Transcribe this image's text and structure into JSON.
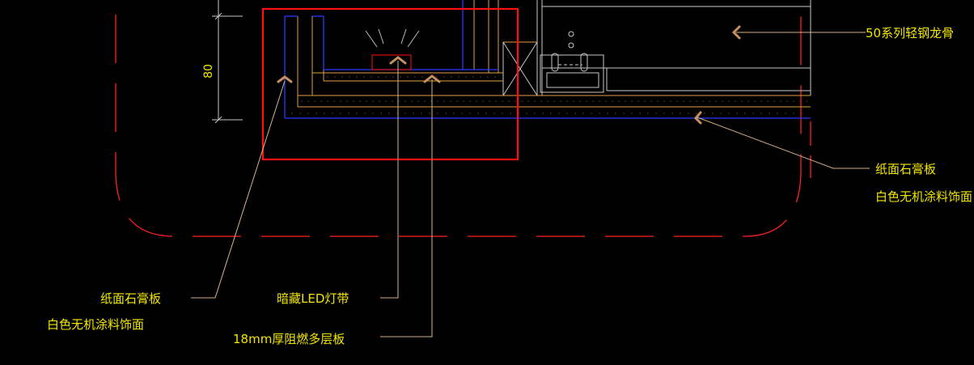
{
  "dimension": {
    "value": "80"
  },
  "labels": {
    "keel": "50系列轻钢龙骨",
    "gypsum_right_line1": "纸面石膏板",
    "gypsum_right_line2": "白色无机涂料饰面",
    "gypsum_left_line1": "纸面石膏板",
    "gypsum_left_line2": "白色无机涂料饰面",
    "led": "暗藏LED灯带",
    "plywood": "18mm厚阻燃多层板"
  },
  "colors": {
    "background": "#000000",
    "label_text": "#f2e600",
    "leader_line": "#d9b48a",
    "highlight_box": "#ff1010",
    "gypsum_line": "#2a3bff",
    "board_line": "#e0a040",
    "dashed_outline": "#ff2020",
    "structure_line": "#c8c8c8",
    "arrow": "#c89060"
  }
}
